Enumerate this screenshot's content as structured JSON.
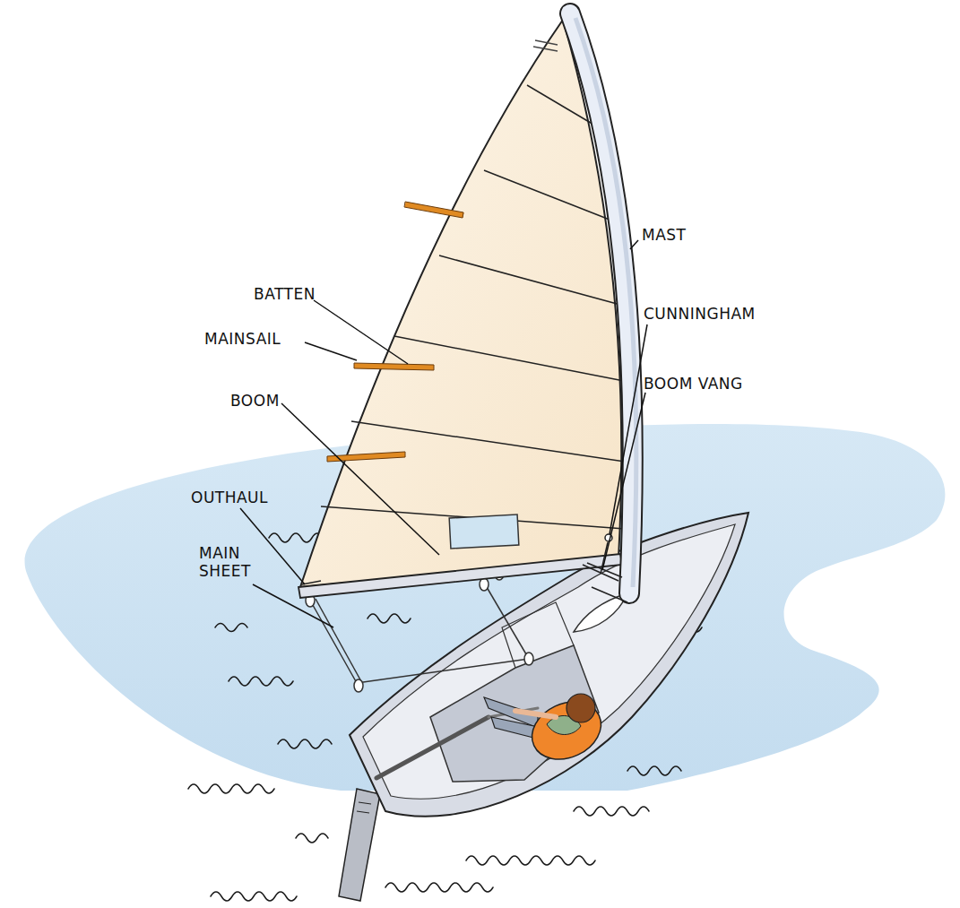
{
  "diagram": {
    "labels": [
      "BATTEN",
      "MAINSAIL",
      "BOOM",
      "OUTHAUL",
      "MAIN SHEET",
      "MAST",
      "CUNNINGHAM",
      "BOOM VANG"
    ]
  }
}
